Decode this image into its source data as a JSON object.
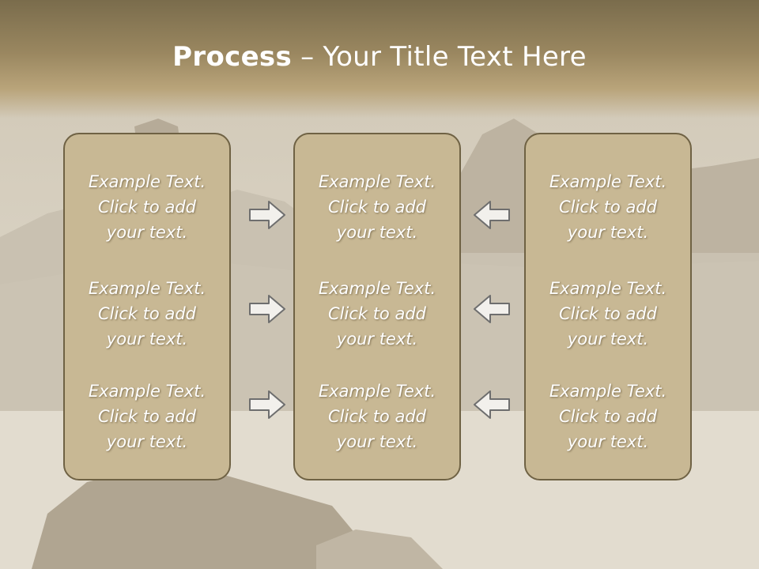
{
  "slide": {
    "title_strong": "Process",
    "title_rest": " – Your Title Text Here"
  },
  "columns": [
    {
      "items": [
        {
          "line1": "Example Text.",
          "line2": "Click  to add",
          "line3": "your text."
        },
        {
          "line1": "Example Text.",
          "line2": "Click  to add",
          "line3": "your text."
        },
        {
          "line1": "Example Text.",
          "line2": "Click  to add",
          "line3": "your text."
        }
      ]
    },
    {
      "items": [
        {
          "line1": "Example Text.",
          "line2": "Click  to add",
          "line3": "your text."
        },
        {
          "line1": "Example Text.",
          "line2": "Click  to add",
          "line3": "your text."
        },
        {
          "line1": "Example Text.",
          "line2": "Click  to add",
          "line3": "your text."
        }
      ]
    },
    {
      "items": [
        {
          "line1": "Example Text.",
          "line2": "Click  to add",
          "line3": "your text."
        },
        {
          "line1": "Example Text.",
          "line2": "Click  to add",
          "line3": "your text."
        },
        {
          "line1": "Example Text.",
          "line2": "Click  to add",
          "line3": "your text."
        }
      ]
    }
  ],
  "colors": {
    "box_fill": "#c8b894",
    "box_border": "#6f6244",
    "header": "#9a8760",
    "arrow_fill": "#f2f0ec",
    "arrow_stroke": "#6e6e6e"
  },
  "icons": {
    "left_arrows": "right-arrow-icon",
    "right_arrows": "left-arrow-icon"
  }
}
